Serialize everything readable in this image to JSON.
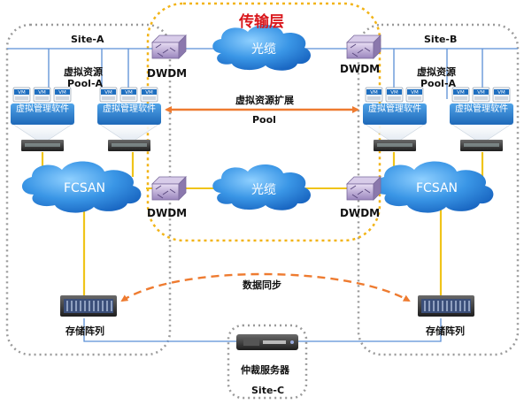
{
  "transport_layer": {
    "title": "传输层"
  },
  "site_a": {
    "name": "Site-A",
    "pool_label_line1": "虚拟资源",
    "pool_label_line2": "Pool-A",
    "vmm_label": "虚拟管理软件",
    "vm_label": "VM",
    "san_label": "FCSAN",
    "storage_label": "存储阵列"
  },
  "site_b": {
    "name": "Site-B",
    "pool_label_line1": "虚拟资源",
    "pool_label_line2": "Pool-A",
    "vmm_label": "虚拟管理软件",
    "vm_label": "VM",
    "san_label": "FCSAN",
    "storage_label": "存储阵列"
  },
  "site_c": {
    "name": "Site-C",
    "server_label": "仲裁服务器"
  },
  "links": {
    "fiber_label": "光缆",
    "dwdm_label": "DWDM",
    "pool_extension_line1": "虚拟资源扩展",
    "pool_extension_line2": "Pool",
    "data_sync_label": "数据同步"
  },
  "colors": {
    "transport_border": "#f2b418",
    "site_border": "#9a9a9a",
    "link_blue": "#5b8fd6",
    "link_yellow": "#f0c419",
    "arrow_orange": "#ee7b30",
    "cloud_blue": "#2f86d8",
    "vmm_blue": "#2a7cc7",
    "title_red": "#d9171c"
  }
}
